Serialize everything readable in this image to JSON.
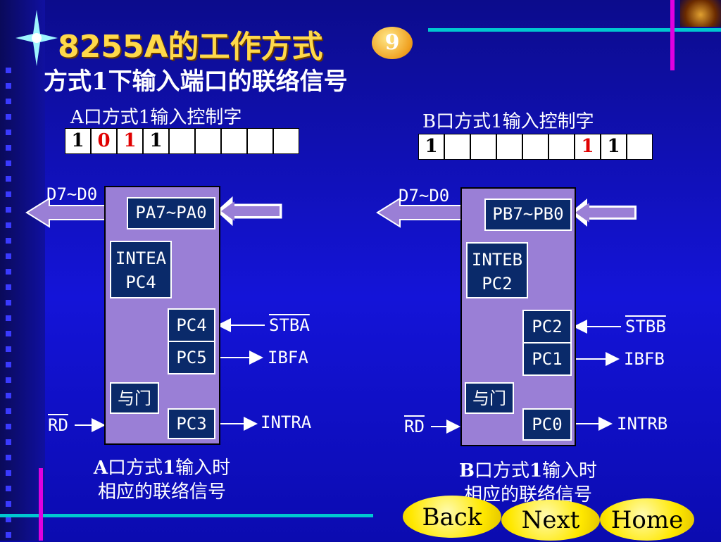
{
  "title": "8255A的工作方式",
  "page_badge": "9",
  "subtitle": "方式1下输入端口的联络信号",
  "portA": {
    "control_word_label": "A口方式1输入控制字",
    "bits": [
      "1",
      "0",
      "1",
      "1",
      "",
      "",
      "",
      "",
      ""
    ],
    "data_bus": "D7~D0",
    "port_box": "PA7~PA0",
    "inte_line1": "INTEA",
    "inte_line2": "PC4",
    "pc_top": "PC4",
    "pc_mid": "PC5",
    "and_gate": "与门",
    "pc_bottom": "PC3",
    "sig_strobe": "STBA",
    "sig_ibf": "IBFA",
    "sig_intr": "INTRA",
    "sig_rd": "RD",
    "caption_bold": "A",
    "caption_rest1": "口方式",
    "caption_bold2": "1",
    "caption_rest2": "输入时",
    "caption_line2": "相应的联络信号"
  },
  "portB": {
    "control_word_label": "B口方式1输入控制字",
    "bits": [
      "1",
      "",
      "",
      "",
      "",
      "",
      "1",
      "1",
      ""
    ],
    "data_bus": "D7~D0",
    "port_box": "PB7~PB0",
    "inte_line1": "INTEB",
    "inte_line2": "PC2",
    "pc_top": "PC2",
    "pc_mid": "PC1",
    "and_gate": "与门",
    "pc_bottom": "PC0",
    "sig_strobe": "STBB",
    "sig_ibf": "IBFB",
    "sig_intr": "INTRB",
    "sig_rd": "RD",
    "caption_bold": "B",
    "caption_rest1": "口方式",
    "caption_bold2": "1",
    "caption_rest2": "输入时",
    "caption_line2": "相应的联络信号"
  },
  "nav": {
    "back": "Back",
    "next": "Next",
    "home": "Home"
  },
  "colors": {
    "title": "#ffd94a",
    "chip": "#9a7fd6",
    "red_bit": "#e00000",
    "nav": "#ffe800",
    "accent_line": "#00c8d0",
    "magenta": "#e000e0"
  }
}
